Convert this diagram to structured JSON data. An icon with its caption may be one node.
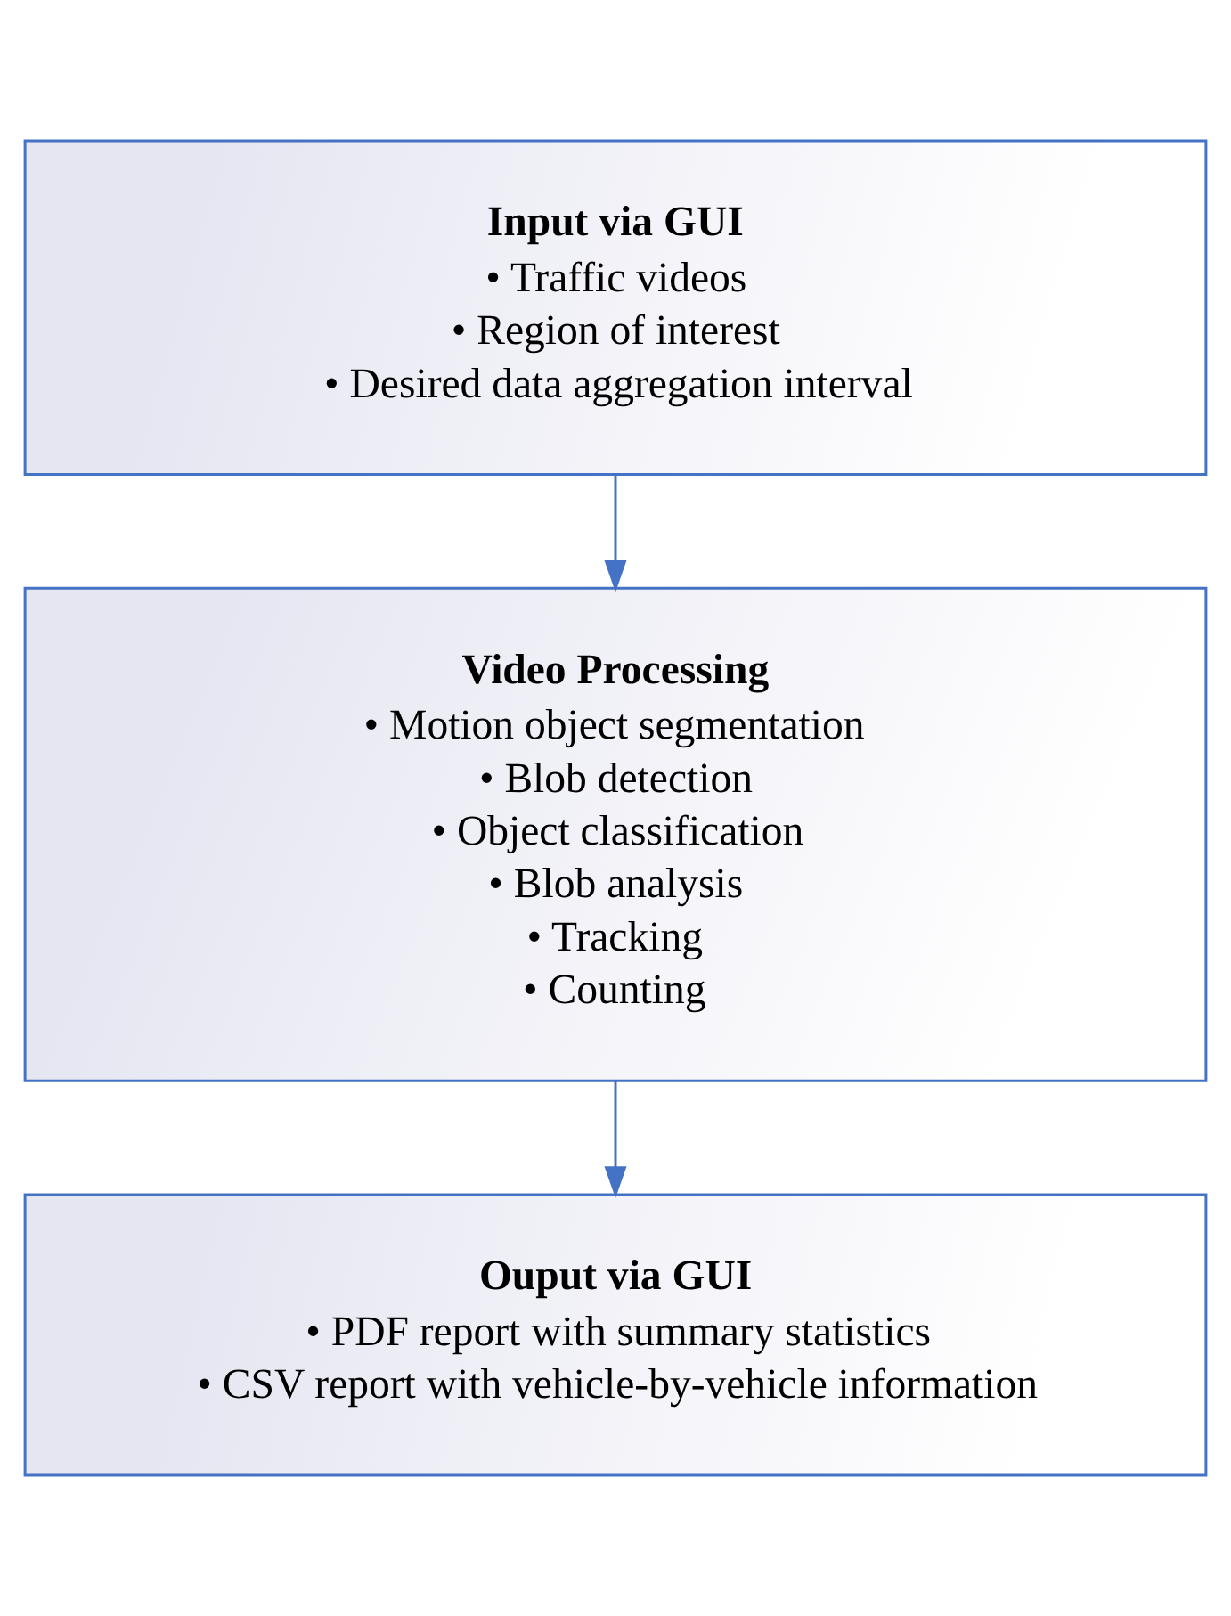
{
  "diagram": {
    "nodes": [
      {
        "text": [
          "Input via GUI",
          "• Traffic videos",
          "• Region of interest",
          "• Desired data aggregation interval"
        ]
      },
      {
        "text": [
          "Video Processing",
          "• Motion object segmentation",
          "• Blob detection",
          "• Object classification",
          "• Blob analysis",
          "• Tracking",
          "• Counting"
        ]
      },
      {
        "text": [
          "Ouput via GUI",
          "• PDF report with summary statistics",
          "• CSV report with vehicle-by-vehicle information"
        ]
      }
    ],
    "edges": [
      {
        "from": 0,
        "to": 1,
        "arrow": "to"
      },
      {
        "from": 1,
        "to": 2,
        "arrow": "to"
      }
    ]
  }
}
